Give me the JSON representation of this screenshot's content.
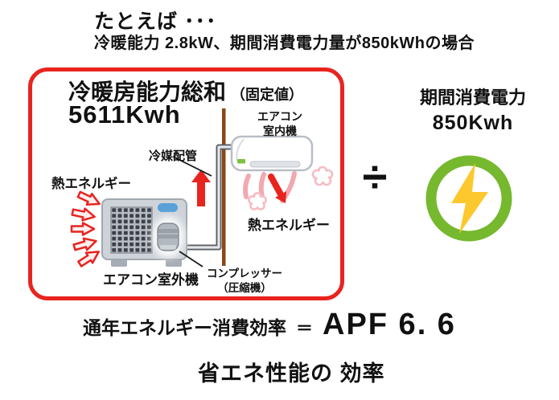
{
  "colors": {
    "accent_red": "#e8241f",
    "wall_brown": "#8a4715",
    "airflow_pink": "#f2a8b0",
    "eco_green": "#76b82e",
    "bolt_yellow": "#fcc82d",
    "badge_blue": "#57a0d8",
    "unit_gray": "#ced3d9"
  },
  "header": {
    "line1": "たとえば ･･･",
    "line2": "冷暖能力 2.8kW、期間消費電力量が850kWhの場合"
  },
  "diagram": {
    "capacity_title": "冷暖房能力総和",
    "capacity_note": "（固定値）",
    "capacity_value": "5611Kwh",
    "indoor_unit_label_line1": "エアコン",
    "indoor_unit_label_line2": "室内機",
    "refrigerant_pipe_label": "冷媒配管",
    "heat_energy_left_label": "熱エネルギー",
    "heat_energy_right_label": "熱エネルギー",
    "outdoor_unit_label": "エアコン室外機",
    "compressor_label_line1": "コンプレッサー",
    "compressor_label_line2": "（圧縮機）"
  },
  "consumption": {
    "title": "期間消費電力",
    "value": "850Kwh",
    "divide_symbol": "÷",
    "energy_icon": "lightning-bolt-in-green-circle"
  },
  "result": {
    "label": "通年エネルギー消費効率",
    "equals": "＝",
    "value": "APF 6. 6",
    "caption": "省エネ性能の 効率"
  }
}
